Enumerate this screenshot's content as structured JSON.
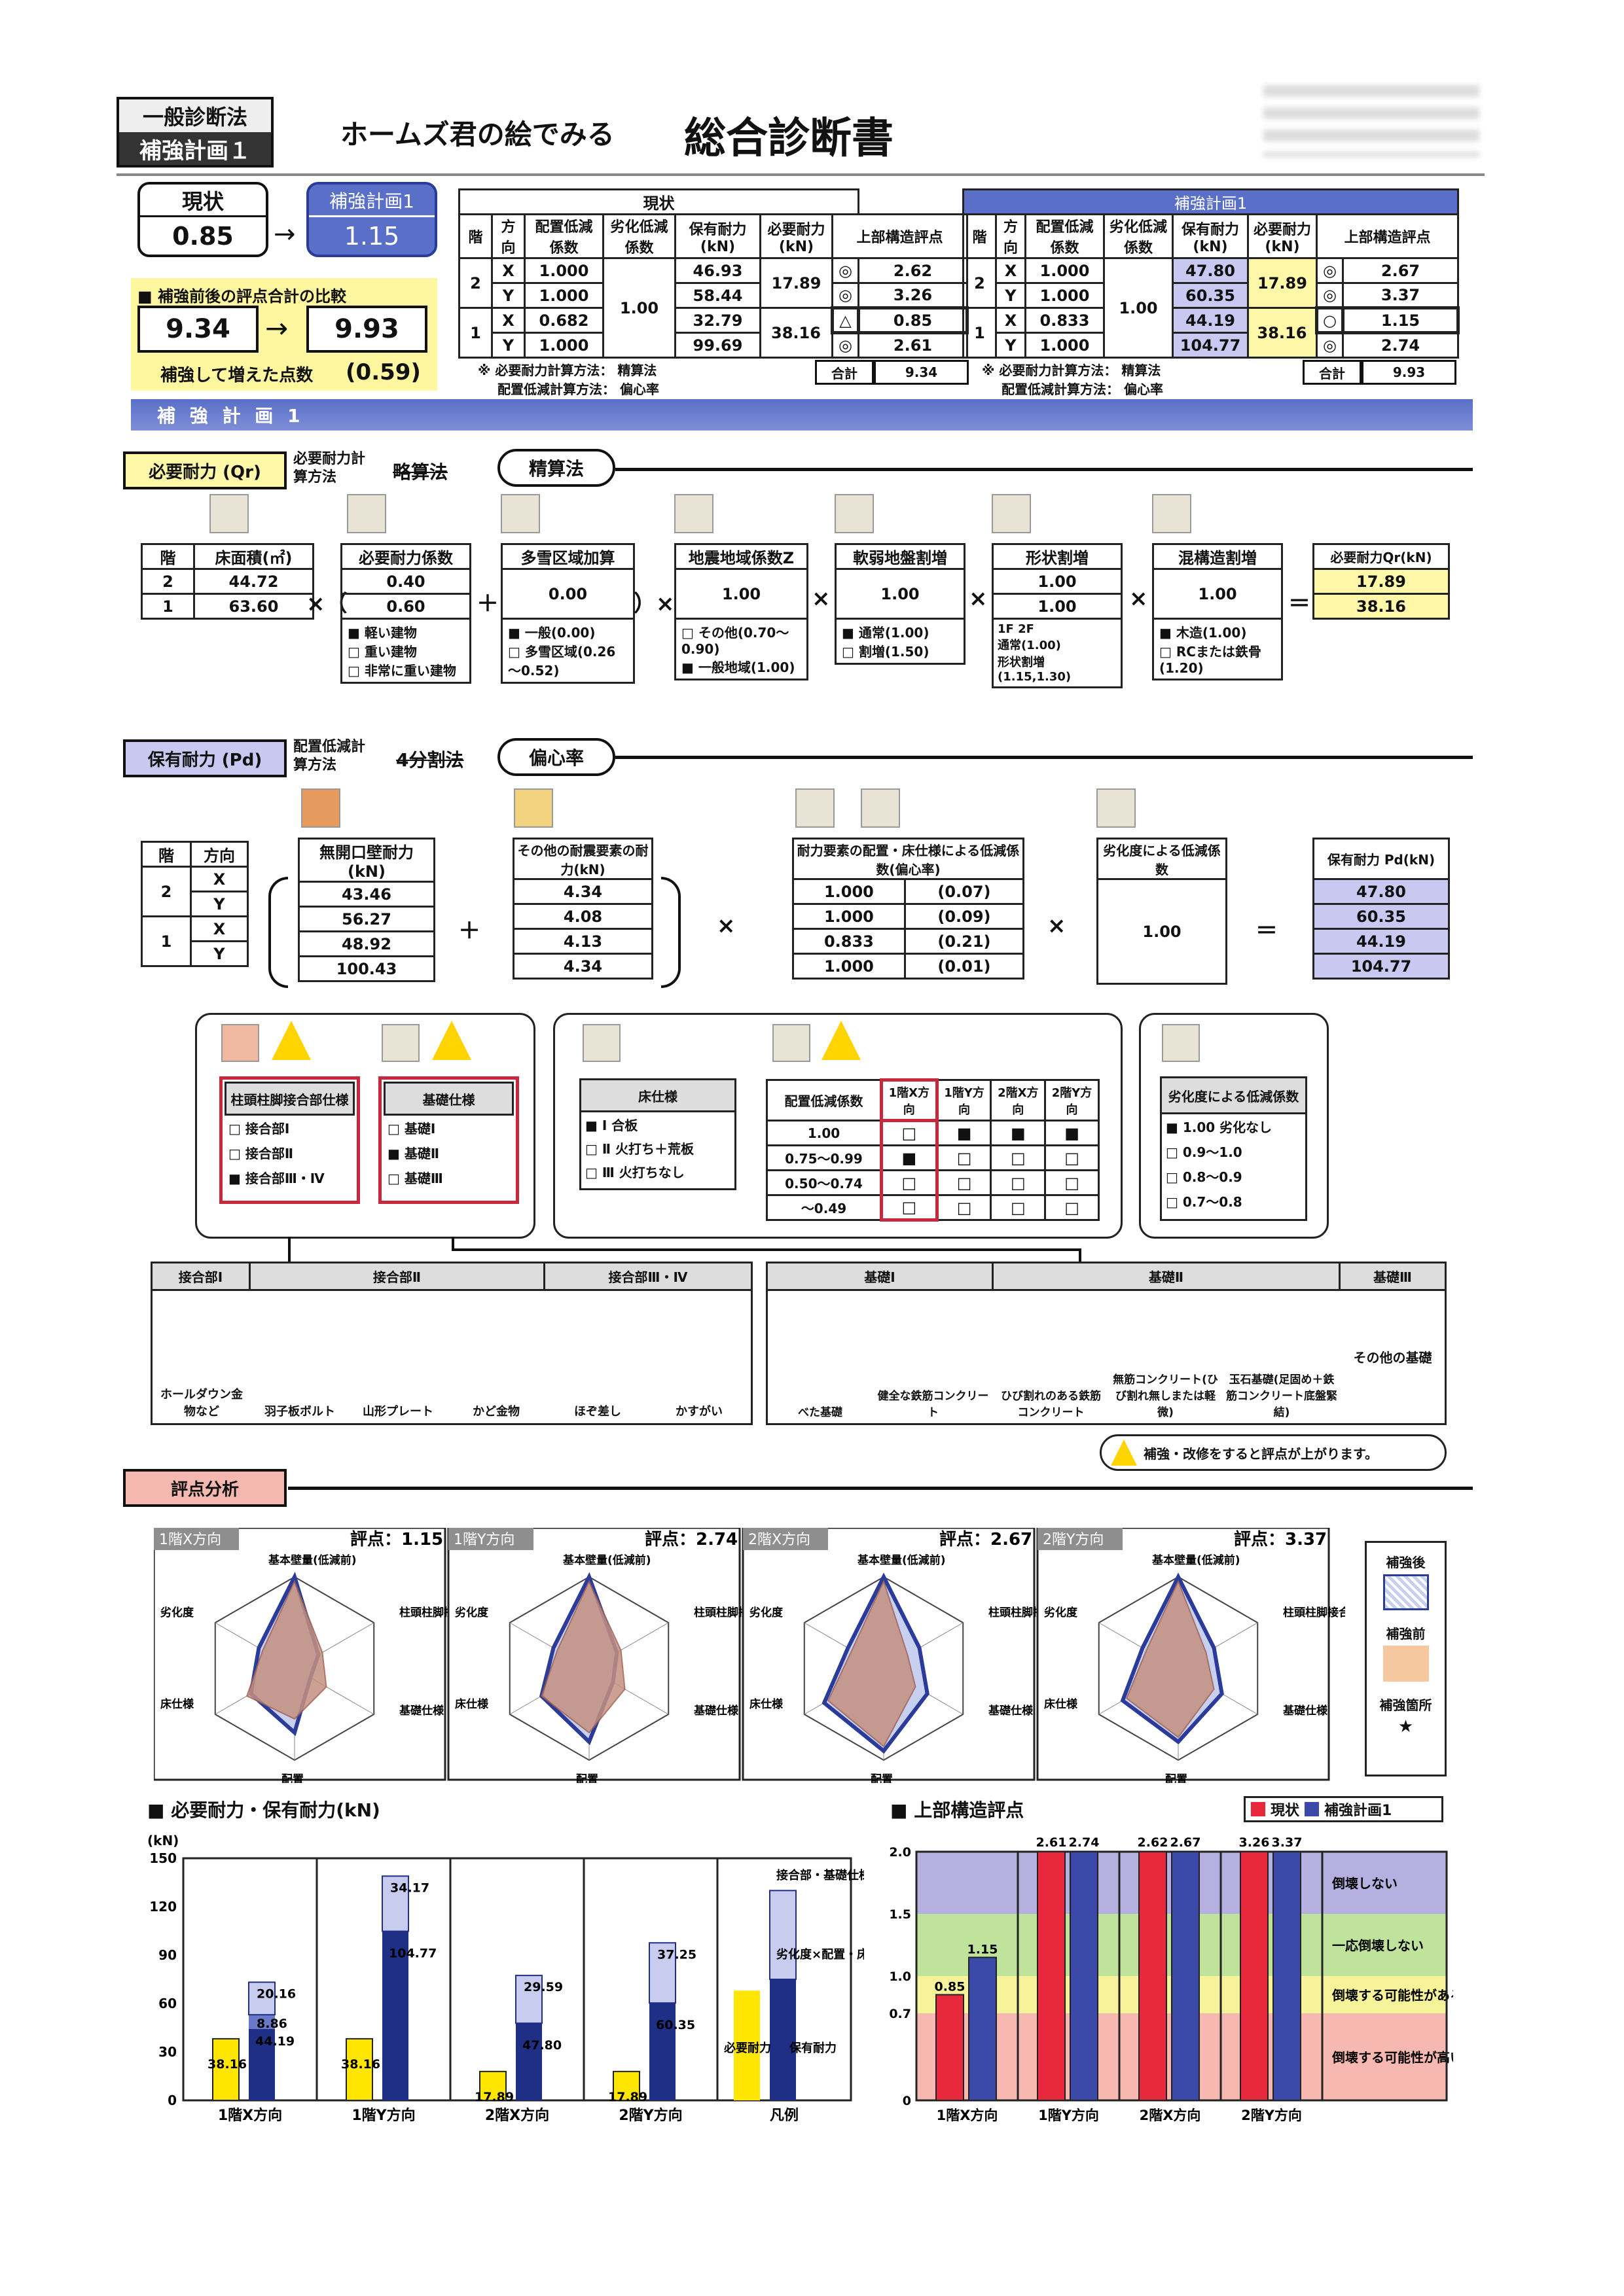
{
  "header": {
    "tag1": "一般診断法",
    "tag2": "補強計画１",
    "subtitle": "ホームズ君の絵でみる",
    "title": "総合診断書"
  },
  "summary": {
    "current_label": "現状",
    "current_value": "0.85",
    "plan_label": "補強計画1",
    "plan_value": "1.15",
    "compare_label": "■ 補強前後の評点合計の比較",
    "before": "9.34",
    "after": "9.93",
    "increase_label": "補強して増えた点数",
    "increase": "(0.59)"
  },
  "table_current": {
    "title": "現状",
    "head": [
      "階",
      "方向",
      "配置低減係数",
      "劣化低減係数",
      "保有耐力(kN)",
      "必要耐力(kN)",
      "上部構造評点"
    ],
    "rows": [
      [
        "2",
        "X",
        "1.000",
        "46.93",
        "17.89",
        "◎",
        "2.62"
      ],
      [
        "",
        "Y",
        "1.000",
        "58.44",
        "",
        "◎",
        "3.26"
      ],
      [
        "1",
        "X",
        "0.682",
        "32.79",
        "38.16",
        "△",
        "0.85"
      ],
      [
        "",
        "Y",
        "1.000",
        "99.69",
        "",
        "◎",
        "2.61"
      ]
    ],
    "deg": "1.00",
    "total_label": "合計",
    "total": "9.34",
    "note1": "※ 必要耐力計算方法： 精算法",
    "note2": "配置低減計算方法： 偏心率"
  },
  "table_plan": {
    "title": "補強計画1",
    "rows": [
      [
        "2",
        "X",
        "1.000",
        "47.80",
        "17.89",
        "◎",
        "2.67"
      ],
      [
        "",
        "Y",
        "1.000",
        "60.35",
        "",
        "◎",
        "3.37"
      ],
      [
        "1",
        "X",
        "0.833",
        "44.19",
        "38.16",
        "○",
        "1.15"
      ],
      [
        "",
        "Y",
        "1.000",
        "104.77",
        "",
        "◎",
        "2.74"
      ]
    ],
    "deg": "1.00",
    "total_label": "合計",
    "total": "9.93"
  },
  "bar_label": "補 強 計 画 1",
  "req": {
    "title": "必要耐力 (Qr)",
    "method_label": "必要耐力計算方法",
    "opt1": "略算法",
    "opt2": "精算法",
    "floor_h": "階",
    "area_h": "床面積(㎡)",
    "floors": [
      "2",
      "1"
    ],
    "areas": [
      "44.72",
      "63.60"
    ],
    "coef_h": "必要耐力係数",
    "coefs": [
      "0.40",
      "0.60"
    ],
    "coef_opts": [
      "■ 軽い建物",
      "□ 重い建物",
      "□ 非常に重い建物"
    ],
    "snow_h": "多雪区域加算",
    "snow": "0.00",
    "snow_opts": [
      "■ 一般(0.00)",
      "□ 多雪区域(0.26～0.52)"
    ],
    "eq_h": "地震地域係数Z",
    "eq": "1.00",
    "eq_opts": [
      "□ その他(0.70～0.90)",
      "■ 一般地域(1.00)"
    ],
    "soft_h": "軟弱地盤割増",
    "soft": "1.00",
    "soft_opts": [
      "■ 通常(1.00)",
      "□ 割増(1.50)"
    ],
    "shape_h": "形状割増",
    "shape": [
      "1.00",
      "1.00"
    ],
    "shape_opts": [
      "通常(1.00)",
      "形状割増(1.15,1.30)"
    ],
    "f1": "1F",
    "f2": "2F",
    "mix_h": "混構造割増",
    "mix": "1.00",
    "mix_opts": [
      "■ 木造(1.00)",
      "□ RCまたは鉄骨(1.20)"
    ],
    "res_h": "必要耐力Qr(kN)",
    "res": [
      "17.89",
      "38.16"
    ]
  },
  "pd": {
    "title": "保有耐力 (Pd)",
    "method_label": "配置低減計算方法",
    "opt1": "4分割法",
    "opt2": "偏心率",
    "floor_h": "階",
    "dir_h": "方向",
    "floors": [
      "2",
      "1"
    ],
    "dirs": [
      "X",
      "Y",
      "X",
      "Y"
    ],
    "wall_h": "無開口壁耐力(kN)",
    "walls": [
      "43.46",
      "56.27",
      "48.92",
      "100.43"
    ],
    "other_h": "その他の耐震要素の耐力(kN)",
    "others": [
      "4.34",
      "4.08",
      "4.13",
      "4.34"
    ],
    "red_h": "耐力要素の配置・床仕様による低減係数",
    "red_sub": "(偏心率)",
    "reds": [
      "1.000",
      "1.000",
      "0.833",
      "1.000"
    ],
    "ecc": [
      "(0.07)",
      "(0.09)",
      "(0.21)",
      "(0.01)"
    ],
    "deg_h": "劣化度による低減係数",
    "deg": "1.00",
    "res_h": "保有耐力 Pd(kN)",
    "res": [
      "47.80",
      "60.35",
      "44.19",
      "104.77"
    ]
  },
  "spec": {
    "joint_h": "柱頭柱脚接合部仕様",
    "joint": [
      "□ 接合部Ⅰ",
      "□ 接合部Ⅱ",
      "■ 接合部Ⅲ・Ⅳ"
    ],
    "found_h": "基礎仕様",
    "found": [
      "□ 基礎Ⅰ",
      "■ 基礎Ⅱ",
      "□ 基礎Ⅲ"
    ],
    "floor_h": "床仕様",
    "floor": [
      "■ Ⅰ 合板",
      "□ Ⅱ 火打ち＋荒板",
      "□ Ⅲ 火打ちなし"
    ],
    "place_h": "配置低減係数",
    "place_cols": [
      "1階X方向",
      "1階Y方向",
      "2階X方向",
      "2階Y方向"
    ],
    "place_rows": [
      [
        "1.00",
        "□",
        "■",
        "■",
        "■"
      ],
      [
        "0.75～0.99",
        "■",
        "□",
        "□",
        "□"
      ],
      [
        "0.50～0.74",
        "□",
        "□",
        "□",
        "□"
      ],
      [
        "～0.49",
        "□",
        "□",
        "□",
        "□"
      ]
    ],
    "dg_h": "劣化度による低減係数",
    "dg": [
      "■ 1.00 劣化なし",
      "□ 0.9～1.0",
      "□ 0.8～0.9",
      "□ 0.7～0.8"
    ]
  },
  "legend_row": {
    "j1": "接合部Ⅰ",
    "j2": "接合部Ⅱ",
    "j3": "接合部Ⅲ・Ⅳ",
    "b1": "基礎Ⅰ",
    "b2": "基礎Ⅱ",
    "b3": "基礎Ⅲ",
    "items": [
      "ホールダウン金物など",
      "羽子板ボルト",
      "山形プレート",
      "かど金物",
      "ほぞ差し",
      "かすがい",
      "べた基礎",
      "健全な鉄筋コンクリート",
      "ひび割れのある鉄筋コンクリート",
      "無筋コンクリート(ひび割れ無しまたは軽微)",
      "玉石基礎(足固め＋鉄筋コンクリート底盤緊結)",
      "その他の基礎"
    ],
    "warn": "補強・改修をすると評点が上がります。"
  },
  "analysis": {
    "title": "評点分析",
    "radars": [
      {
        "name": "1階X方向",
        "score": "評点：1.15"
      },
      {
        "name": "1階Y方向",
        "score": "評点：2.74"
      },
      {
        "name": "2階X方向",
        "score": "評点：2.67"
      },
      {
        "name": "2階Y方向",
        "score": "評点：3.37"
      }
    ],
    "axes": [
      "基本壁量(低減前)",
      "柱頭柱脚接合部",
      "基礎仕様",
      "配置",
      "床仕様",
      "劣化度"
    ],
    "legend": [
      "補強後",
      "補強前",
      "補強箇所"
    ],
    "star": "★"
  },
  "chart_data": [
    {
      "type": "bar",
      "title": "■ 必要耐力・保有耐力(kN)",
      "ylabel": "(kN)",
      "ylim": [
        0,
        150
      ],
      "yticks": [
        "150",
        "120",
        "90",
        "60",
        "30",
        "0"
      ],
      "categories": [
        "1階X方向",
        "1階Y方向",
        "2階X方向",
        "2階Y方向",
        "凡例"
      ],
      "series": [
        {
          "name": "必要耐力",
          "values": [
            38.16,
            38.16,
            17.89,
            17.89
          ]
        },
        {
          "name": "保有耐力",
          "values": [
            44.19,
            104.77,
            47.8,
            60.35
          ]
        },
        {
          "name": "劣化度×配置・床仕様による耐力低減量",
          "values": [
            8.86,
            0,
            0,
            0
          ]
        },
        {
          "name": "接合部・基礎仕様による耐力低減量",
          "values": [
            20.16,
            34.17,
            29.59,
            37.25
          ]
        }
      ],
      "legend_labels": [
        "接合部・基礎仕様による耐力低減量",
        "劣化度×配置・床仕様による耐力低減量",
        "必要耐力",
        "保有耐力"
      ]
    },
    {
      "type": "bar",
      "title": "■ 上部構造評点",
      "ylim": [
        0,
        2.0
      ],
      "yticks": [
        "2.0",
        "1.5",
        "1.0",
        "0.7",
        "0"
      ],
      "categories": [
        "1階X方向",
        "1階Y方向",
        "2階X方向",
        "2階Y方向"
      ],
      "series": [
        {
          "name": "現状",
          "values": [
            0.85,
            2.61,
            2.62,
            3.26
          ]
        },
        {
          "name": "補強計画1",
          "values": [
            1.15,
            2.74,
            2.67,
            3.37
          ]
        }
      ],
      "zones": [
        "倒壊しない",
        "一応倒壊しない",
        "倒壊する可能性がある",
        "倒壊する可能性が高い"
      ]
    }
  ]
}
